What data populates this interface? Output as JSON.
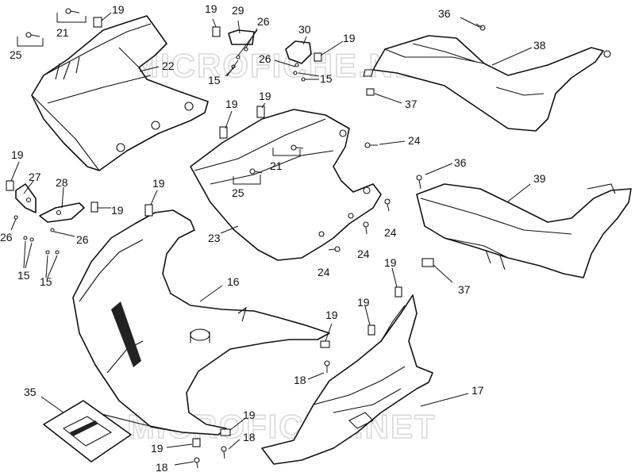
{
  "watermarks": [
    "MICROFICHE.NET",
    "MICROFICHE.NET"
  ],
  "labels": [
    "19",
    "21",
    "25",
    "22",
    "29",
    "26",
    "15",
    "19",
    "30",
    "19",
    "26",
    "15",
    "36",
    "38",
    "37",
    "19",
    "19",
    "21",
    "25",
    "24",
    "19",
    "27",
    "28",
    "19",
    "26",
    "26",
    "15",
    "15",
    "23",
    "24",
    "24",
    "24",
    "19",
    "16",
    "36",
    "39",
    "37",
    "19",
    "19",
    "19",
    "18",
    "17",
    "35",
    "19",
    "18",
    "19",
    "18"
  ]
}
